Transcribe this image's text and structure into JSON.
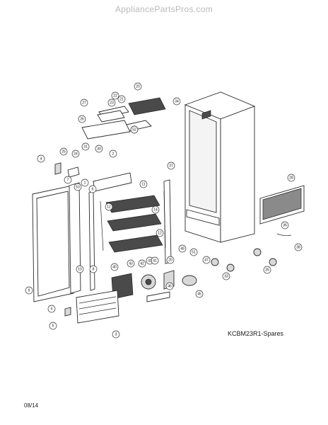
{
  "header": {
    "watermark": "AppliancePartsPros.com"
  },
  "footer": {
    "model": "KCBM23R1-Spares",
    "date": "08/14"
  },
  "callouts": [
    "20",
    "22",
    "23",
    "21",
    "34",
    "27",
    "52",
    "26",
    "24",
    "31",
    "30",
    "2",
    "25",
    "7",
    "1",
    "53",
    "6",
    "11",
    "28",
    "4",
    "12",
    "14",
    "9",
    "10",
    "8",
    "20",
    "41",
    "49",
    "47",
    "51",
    "36",
    "46",
    "38",
    "40",
    "43",
    "42",
    "41",
    "33",
    "35",
    "5",
    "3",
    "45",
    "37",
    "52",
    "12",
    "6"
  ]
}
